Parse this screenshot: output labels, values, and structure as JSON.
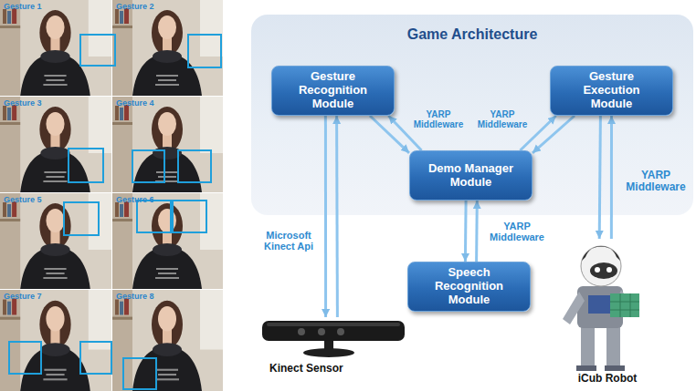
{
  "diagram": {
    "nodes": [
      {
        "text": [
          "Game Architecture"
        ]
      },
      {
        "text": [
          "Gesture Recognition Module"
        ],
        "in": 0
      },
      {
        "text": [
          "Gesture Execution Module"
        ],
        "in": 0
      },
      {
        "text": [
          "Demo Manager Module"
        ],
        "in": 0
      },
      {
        "text": [
          "Speech Recognition Module"
        ]
      },
      {
        "text": [
          "Kinect Sensor"
        ]
      },
      {
        "text": [
          "iCub Robot"
        ]
      }
    ],
    "edges": [
      {
        "from": 1,
        "to": 5,
        "arrow": "to",
        "label": "Microsoft Kinect Api"
      },
      {
        "from": 5,
        "to": 1,
        "arrow": "to"
      },
      {
        "from": 1,
        "to": 3,
        "arrow": "to",
        "label": "YARP Middleware"
      },
      {
        "from": 3,
        "to": 1,
        "arrow": "to"
      },
      {
        "from": 2,
        "to": 3,
        "arrow": "to",
        "label": "YARP Middleware"
      },
      {
        "from": 3,
        "to": 2,
        "arrow": "to"
      },
      {
        "from": 3,
        "to": 4,
        "arrow": "to",
        "label": "YARP Middleware"
      },
      {
        "from": 4,
        "to": 3,
        "arrow": "to"
      },
      {
        "from": 2,
        "to": 6,
        "arrow": "to",
        "label": "YARP Middleware"
      },
      {
        "from": 6,
        "to": 2,
        "arrow": "to"
      }
    ],
    "labels": [
      "Gesture 1",
      "Gesture 2",
      "Gesture 3",
      "Gesture 4",
      "Gesture 5",
      "Gesture 6",
      "Gesture 7",
      "Gesture 8"
    ]
  }
}
